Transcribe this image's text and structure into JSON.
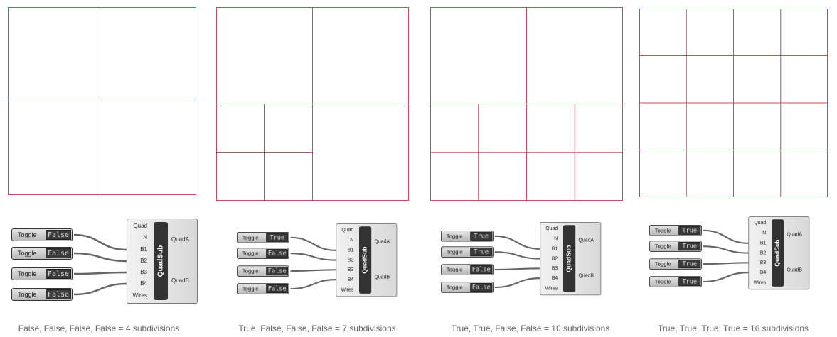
{
  "line_color": "#c0505a",
  "component": {
    "name": "QuadSub",
    "inputs": [
      "Quad",
      "N",
      "B1",
      "B2",
      "B3",
      "B4",
      "Wires"
    ],
    "outputs": [
      "QuadA",
      "QuadB"
    ],
    "toggle_label": "Toggle"
  },
  "panels": [
    {
      "toggles": [
        "False",
        "False",
        "False",
        "False"
      ],
      "caption": "False, False, False, False = 4 subdivisions"
    },
    {
      "toggles": [
        "True",
        "False",
        "False",
        "False"
      ],
      "caption": "True, False, False, False = 7 subdivisions"
    },
    {
      "toggles": [
        "True",
        "True",
        "False",
        "False"
      ],
      "caption": "True, True, False, False = 10 subdivisions"
    },
    {
      "toggles": [
        "True",
        "True",
        "True",
        "True"
      ],
      "caption": "True, True, True, True = 16 subdivisions"
    }
  ]
}
